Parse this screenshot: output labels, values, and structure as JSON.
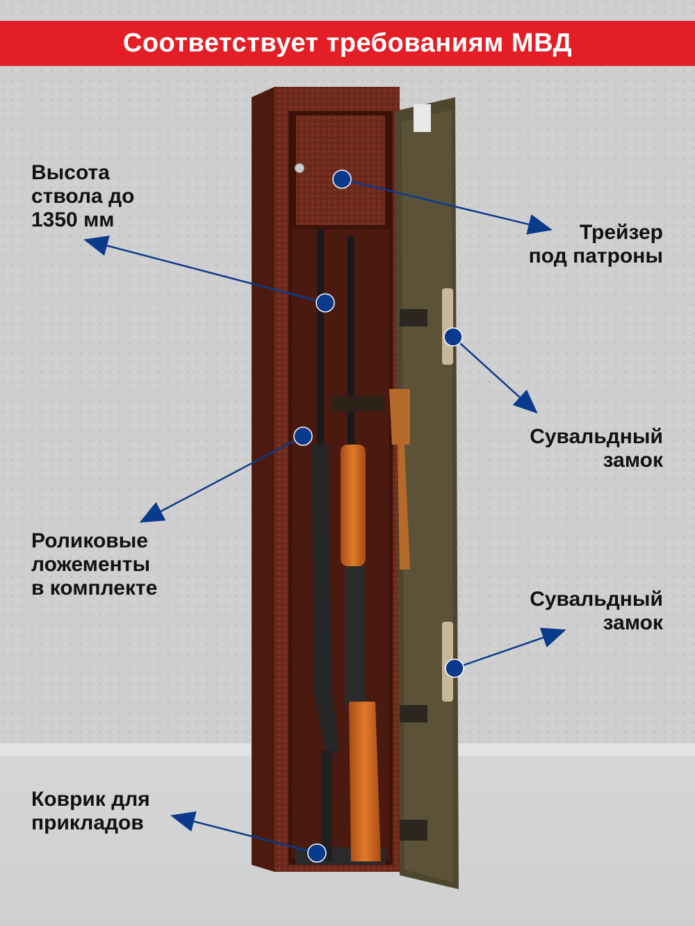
{
  "banner": {
    "title": "Соответствует требованиям МВД",
    "color": "#e41e26"
  },
  "callouts": {
    "barrel_height": "Высота\nствола до\n1350 мм",
    "ammo_tray": "Трейзер\nпод патроны",
    "lock_top": "Сувальдный\nзамок",
    "roller_cradles": "Роликовые\nложементы\nв комплекте",
    "lock_bottom": "Сувальдный\nзамок",
    "butt_mat": "Коврик для\nприкладов"
  },
  "colors": {
    "marker": "#0a3a8c",
    "safe_body": "#6e2a1c",
    "door_inner": "#4f4630"
  },
  "icons": [
    "key-lock-icon",
    "callout-dot-icon",
    "arrow-icon"
  ]
}
